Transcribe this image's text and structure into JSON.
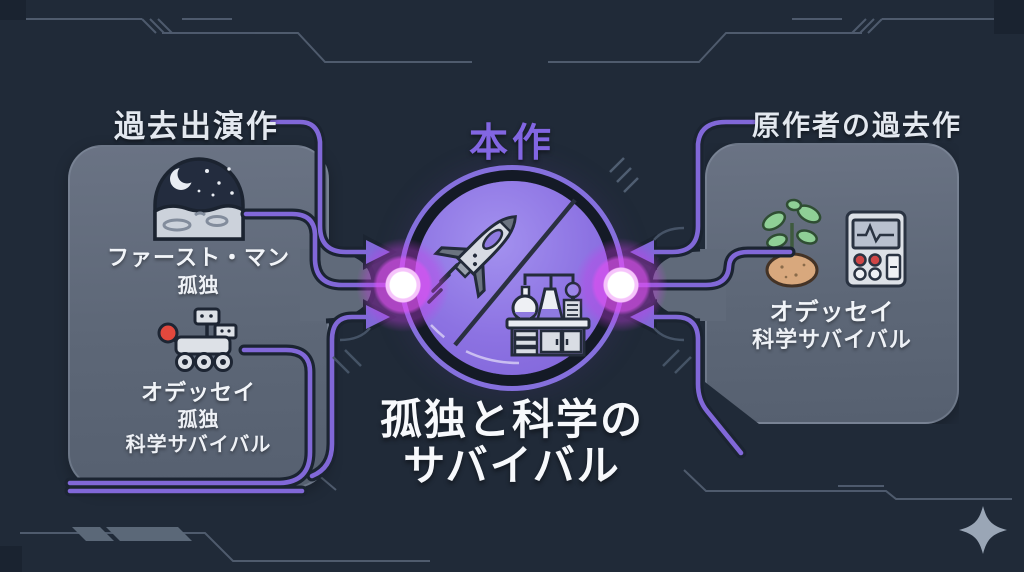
{
  "header": {
    "left_label": "過去出演作",
    "center_label": "本作",
    "right_label": "原作者の過去作"
  },
  "center": {
    "title_line1": "孤独と科学の",
    "title_line2": "サバイバル",
    "icons": [
      "rocket-icon",
      "lab-bench-icon"
    ]
  },
  "left_panel": {
    "entries": [
      {
        "icon": "moon-night-icon",
        "title": "ファースト・マン",
        "tags": [
          "孤独"
        ]
      },
      {
        "icon": "mars-rover-icon",
        "title": "オデッセイ",
        "tags": [
          "孤独",
          "科学サバイバル"
        ]
      }
    ]
  },
  "right_panel": {
    "entries": [
      {
        "icons": [
          "potato-plant-icon",
          "monitor-device-icon"
        ],
        "title": "オデッセイ",
        "tags": [
          "科学サバイバル"
        ]
      }
    ]
  },
  "decor": {
    "sparkle_icon": "four-point-star-icon"
  },
  "colors": {
    "background": "#202a38",
    "panel": "#5d6777",
    "accent_purple": "#8168d8",
    "circle_fill": "#8c72e2",
    "glow_magenta": "#db4ef0",
    "center_label_purple": "#8266e2",
    "title_white": "#f7f9fc",
    "decor_slate": "#546073"
  }
}
